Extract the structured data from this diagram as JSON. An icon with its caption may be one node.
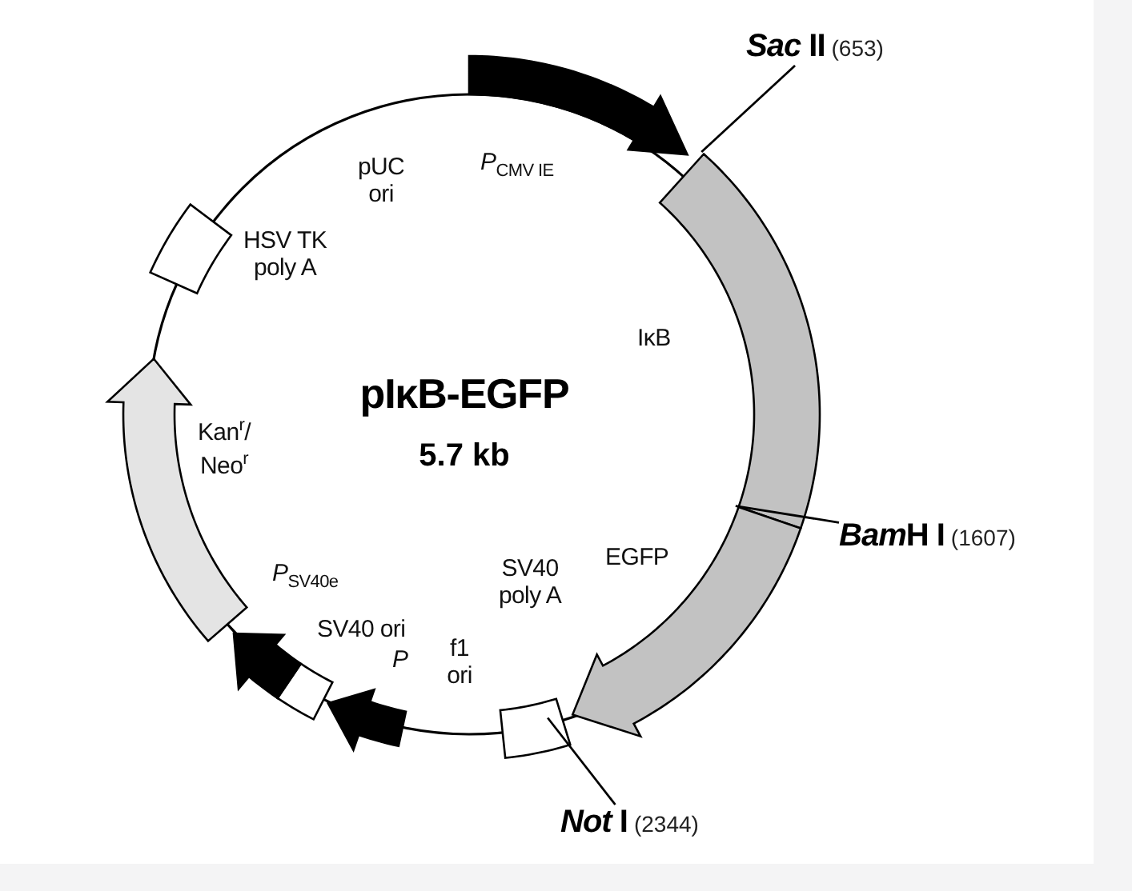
{
  "diagram": {
    "nodes": [
      {
        "text": [
          "pIκB-EGFP",
          "5.7 kb"
        ]
      },
      {
        "text": [
          "*Sac* II",
          "(653)"
        ]
      },
      {
        "text": [
          "Bam",
          "H I",
          "(1607)"
        ]
      },
      {
        "text": [
          "*Not* I",
          "(2344)"
        ]
      }
    ],
    "edges": [
      {
        "from": 1,
        "to": 0,
        "arrow": "none"
      },
      {
        "from": 2,
        "to": 0,
        "arrow": "none"
      },
      {
        "from": 3,
        "to": 0,
        "arrow": "none"
      }
    ],
    "labels": [
      "*P*$_{CMV IE}$",
      "pUC ori",
      "HSV TK poly A",
      "IκB",
      "Kan$^{r}$/ Neo$^{r}$",
      "EGFP",
      "*P*$_{SV40e}$",
      "SV40 ori",
      "*P*",
      "f1 ori",
      "SV40 poly A"
    ]
  }
}
